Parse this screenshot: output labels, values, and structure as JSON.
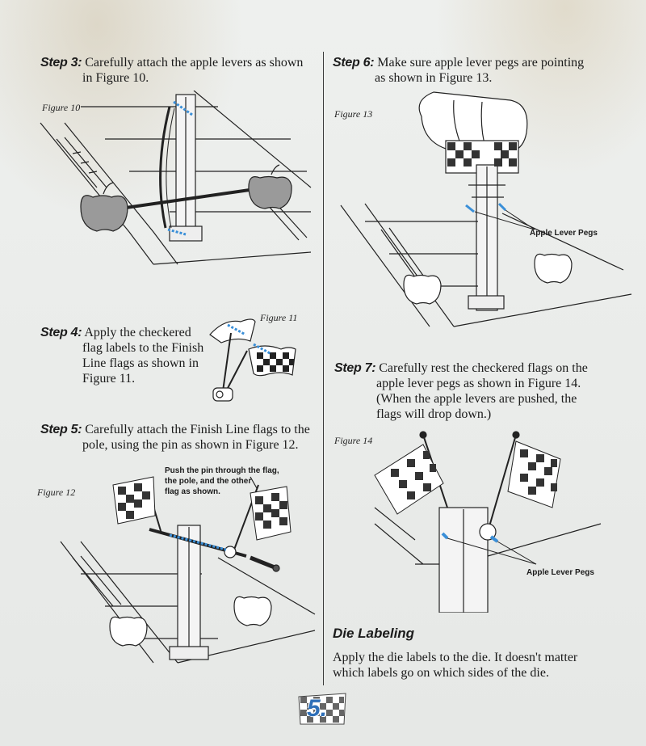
{
  "steps": {
    "s3": {
      "label": "Step 3:",
      "line1": "Carefully attach the apple levers as shown",
      "line2": "in Figure 10."
    },
    "s4": {
      "label": "Step 4:",
      "line1": "Apply the checkered",
      "line2": "flag labels to the Finish",
      "line3": "Line flags as shown in",
      "line4": "Figure 11."
    },
    "s5": {
      "label": "Step 5:",
      "line1": "Carefully attach the Finish Line flags to the",
      "line2": "pole, using the pin as shown in Figure 12."
    },
    "s6": {
      "label": "Step 6:",
      "line1": "Make sure apple lever pegs are pointing",
      "line2": "as shown in Figure 13."
    },
    "s7": {
      "label": "Step 7:",
      "line1": "Carefully rest the checkered flags on the",
      "line2": "apple lever pegs as shown in Figure 14.",
      "line3": "(When the apple levers are pushed, the",
      "line4": "flags will drop down.)"
    }
  },
  "figures": {
    "f10": "Figure 10",
    "f11": "Figure 11",
    "f12": "Figure 12",
    "f13": "Figure 13",
    "f14": "Figure 14"
  },
  "callouts": {
    "pin_line1": "Push the pin through the flag,",
    "pin_line2": "the pole, and the other",
    "pin_line3": "flag as shown.",
    "pegs13": "Apple Lever Pegs",
    "pegs14": "Apple Lever Pegs"
  },
  "die": {
    "title": "Die Labeling",
    "line1": "Apply the die labels to the die. It doesn't matter",
    "line2": "which labels go on which sides of the die."
  },
  "page_number": "5.",
  "colors": {
    "accent_blue": "#3a8fd8",
    "apple_gray": "#9a9a9a",
    "ink": "#1b1b1b"
  }
}
